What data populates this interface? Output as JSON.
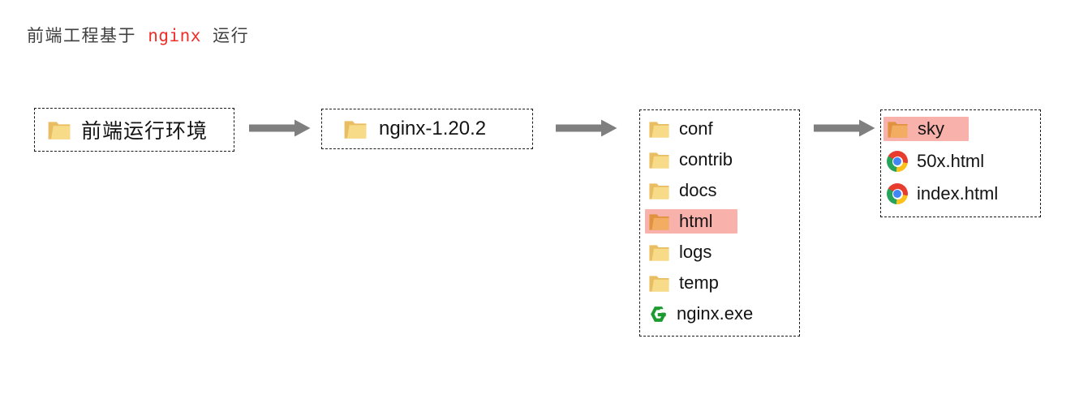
{
  "title": {
    "part1": "前端工程基于",
    "nginx": "nginx",
    "part2": "运行"
  },
  "colors": {
    "title_text": "#3f3f3f",
    "title_nginx_red": "#ef2f2a",
    "arrow_gray": "#7f7f7f",
    "highlight_pink": "#f8b1ab",
    "folder_front": "#f7db88",
    "folder_back": "#e9bd61",
    "folder_front_highlight": "#f2ad62",
    "folder_back_highlight": "#e1923e",
    "nginx_green": "#1d9b30",
    "chrome_red": "#e83c2e",
    "chrome_yellow": "#fcc21b",
    "chrome_green": "#27a45c",
    "chrome_blue": "#4387f4"
  },
  "boxes": [
    {
      "label": "前端运行环境",
      "icon": "folder"
    },
    {
      "label": "nginx-1.20.2",
      "icon": "folder"
    },
    {
      "items": [
        {
          "label": "conf",
          "icon": "folder",
          "highlighted": false
        },
        {
          "label": "contrib",
          "icon": "folder",
          "highlighted": false
        },
        {
          "label": "docs",
          "icon": "folder",
          "highlighted": false
        },
        {
          "label": "html",
          "icon": "folder",
          "highlighted": true
        },
        {
          "label": "logs",
          "icon": "folder",
          "highlighted": false
        },
        {
          "label": "temp",
          "icon": "folder",
          "highlighted": false
        },
        {
          "label": "nginx.exe",
          "icon": "nginx",
          "highlighted": false
        }
      ]
    },
    {
      "items": [
        {
          "label": "sky",
          "icon": "folder",
          "highlighted": true
        },
        {
          "label": "50x.html",
          "icon": "chrome",
          "highlighted": false
        },
        {
          "label": "index.html",
          "icon": "chrome",
          "highlighted": false
        }
      ]
    }
  ]
}
